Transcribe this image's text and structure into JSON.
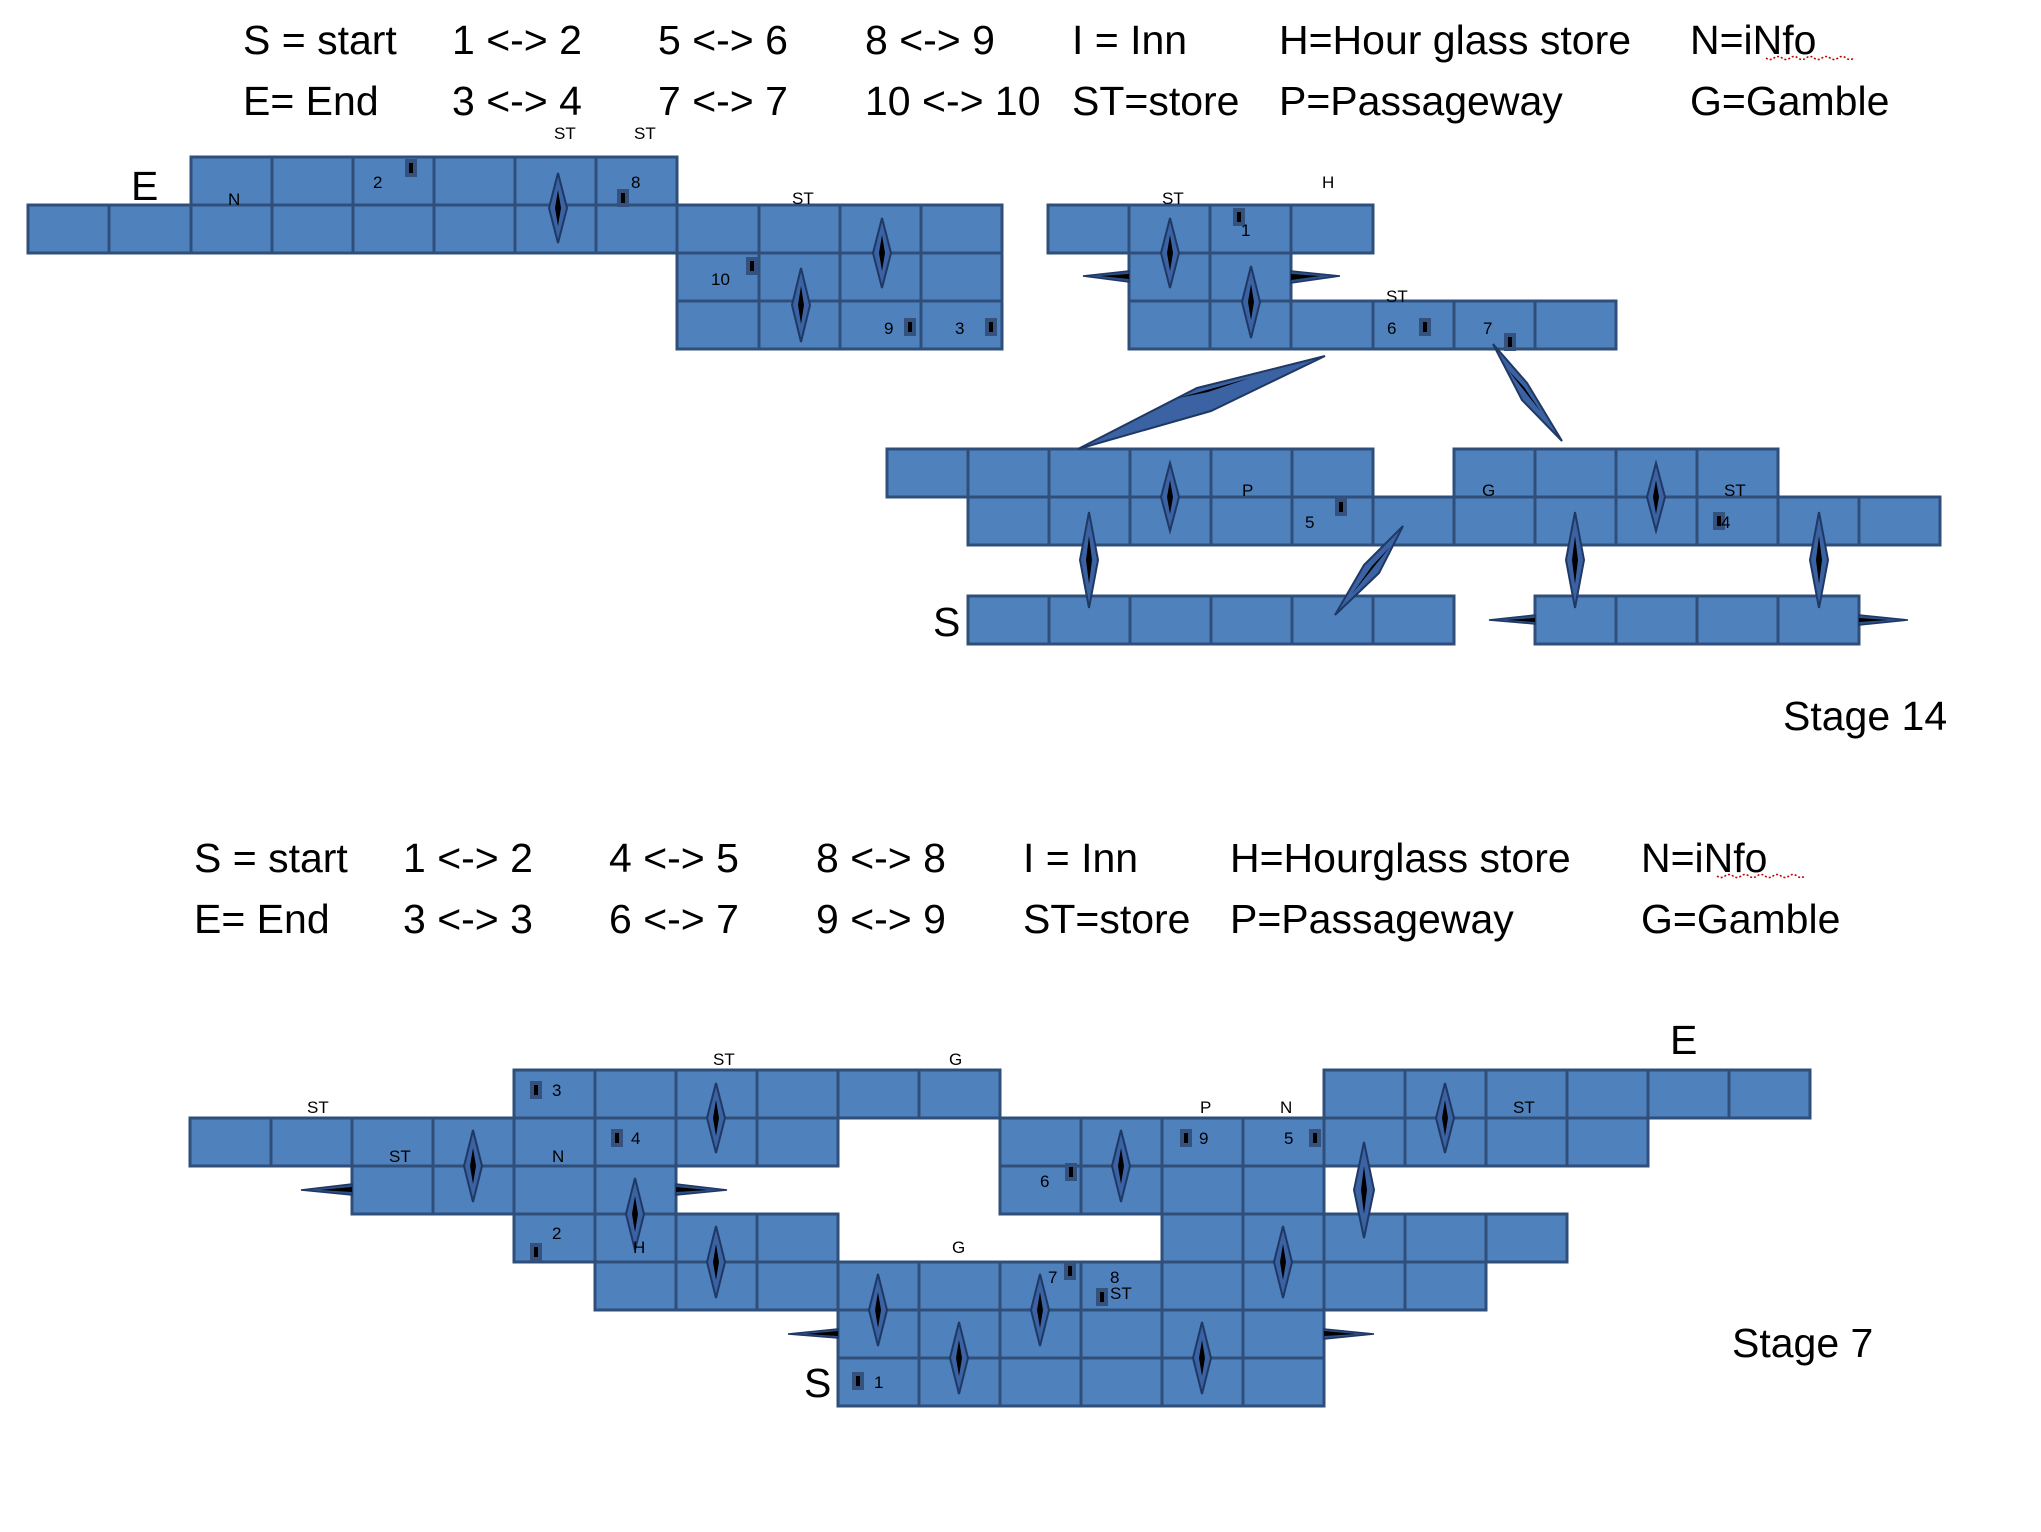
{
  "stage14": {
    "stage_label": "Stage 14",
    "legend": [
      "S = start",
      "1 <-> 2",
      "5 <-> 6",
      "8 <-> 9",
      "I = Inn",
      "H=Hour glass store",
      "N=iNfo",
      "E= End",
      "3 <-> 4",
      "7 <-> 7",
      "10 <-> 10",
      "ST=store",
      "P=Passageway",
      "G=Gamble"
    ],
    "start_label": "S",
    "end_label": "E",
    "cell_labels": [
      "ST",
      "ST",
      "N",
      "2",
      "8",
      "ST",
      "ST",
      "H",
      "1",
      "10",
      "ST",
      "9",
      "3",
      "6",
      "7",
      "P",
      "G",
      "ST",
      "5",
      "4"
    ]
  },
  "stage7": {
    "stage_label": "Stage 7",
    "legend": [
      "S = start",
      "1 <-> 2",
      "4 <-> 5",
      "8 <-> 8",
      "I = Inn",
      "H=Hourglass store",
      "N=iNfo",
      "E= End",
      "3 <-> 3",
      "6 <-> 7",
      "9 <-> 9",
      "ST=store",
      "P=Passageway",
      "G=Gamble"
    ],
    "start_label": "S",
    "end_label": "E",
    "cell_labels": [
      "ST",
      "G",
      "3",
      "ST",
      "ST",
      "P",
      "N",
      "ST",
      "4",
      "N",
      "9",
      "5",
      "6",
      "2",
      "H",
      "G",
      "7",
      "8",
      "ST",
      "1"
    ]
  }
}
